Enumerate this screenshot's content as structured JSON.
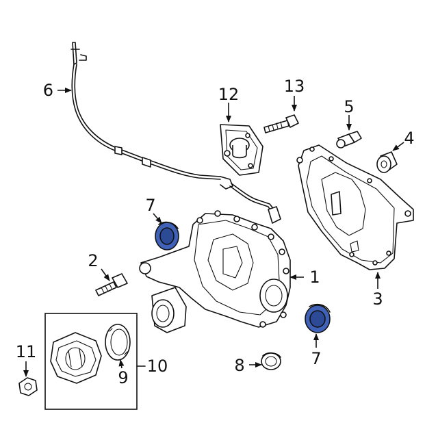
{
  "colors": {
    "line": "#111111",
    "background": "#ffffff",
    "highlight_fill": "#3f62b8",
    "highlight_inner": "#2c4a96"
  },
  "callouts": {
    "c1": "1",
    "c2": "2",
    "c3": "3",
    "c4": "4",
    "c5": "5",
    "c6": "6",
    "c7_top": "7",
    "c7_bottom": "7",
    "c8": "8",
    "c9": "9",
    "c10": "10",
    "c11": "11",
    "c12": "12",
    "c13": "13"
  },
  "highlighted_parts": [
    "7"
  ]
}
